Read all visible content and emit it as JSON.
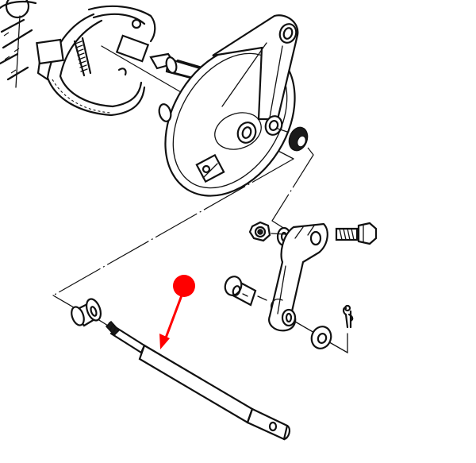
{
  "diagram": {
    "type": "exploded-parts-view",
    "subject": "Rear drum brake assembly with brake rod linkage",
    "background": "#ffffff",
    "line_color": "#111111",
    "parts": [
      {
        "id": "brake-shoes",
        "label": "Brake shoe assembly with springs"
      },
      {
        "id": "camshaft",
        "label": "Brake camshaft"
      },
      {
        "id": "brake-panel",
        "label": "Brake panel (backing plate) with cam lever"
      },
      {
        "id": "oil-seal",
        "label": "Seal"
      },
      {
        "id": "lock-nut",
        "label": "Nut"
      },
      {
        "id": "spring-washer",
        "label": "Washer"
      },
      {
        "id": "pinch-bolt",
        "label": "Bolt"
      },
      {
        "id": "brake-arm",
        "label": "Brake arm"
      },
      {
        "id": "joint-pin",
        "label": "Joint pin"
      },
      {
        "id": "plain-washer",
        "label": "Plain washer"
      },
      {
        "id": "cotter-pin",
        "label": "Cotter pin"
      },
      {
        "id": "rod-collar",
        "label": "Collar"
      },
      {
        "id": "brake-rod",
        "label": "Brake rod"
      }
    ],
    "marker": {
      "label": "Highlighted part: brake rod",
      "color": "#ff0000",
      "target": "brake-rod"
    }
  }
}
